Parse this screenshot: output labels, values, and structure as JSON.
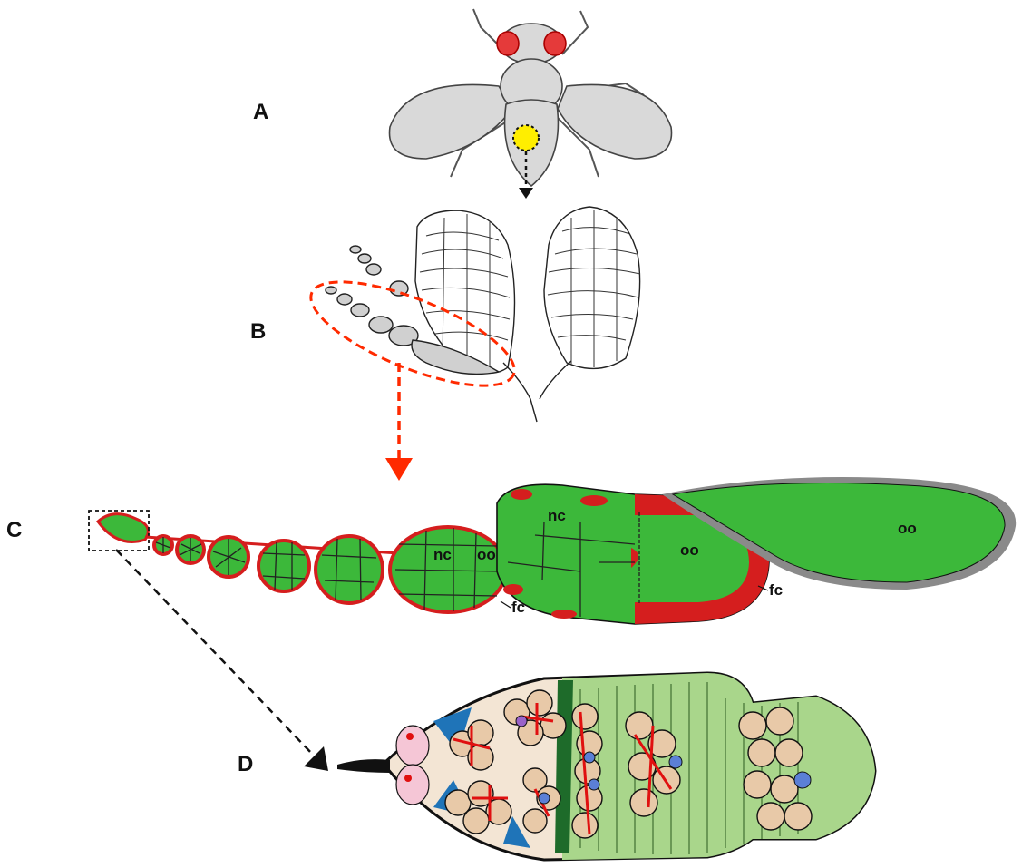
{
  "panels": {
    "a": "A",
    "b": "B",
    "c": "C",
    "d": "D"
  },
  "annotations": {
    "nurse_cells": "nc",
    "oocyte": "oo",
    "follicle_cells": "fc"
  },
  "colors": {
    "germline_green": "#3cb83a",
    "follicle_red": "#d51e1e",
    "pointer_red": "#ff2a00",
    "fly_body_gray": "#d9d9d9",
    "fly_eye_red": "#e53a3a",
    "ovary_spot_yellow": "#ffee00",
    "egg_shell_gray": "#8a8a8a",
    "germarium_beige": "#e8c9a8",
    "germarium_light_green": "#a9d68b",
    "cap_cell_pink": "#f5c6d6",
    "escort_blue": "#1f74b8",
    "spectrosome_red": "#e01010",
    "dark_green_band": "#1e6b2a"
  },
  "icons": [
    "fly-icon",
    "ovary-pair-icon",
    "ovariole-icon",
    "germarium-icon"
  ]
}
